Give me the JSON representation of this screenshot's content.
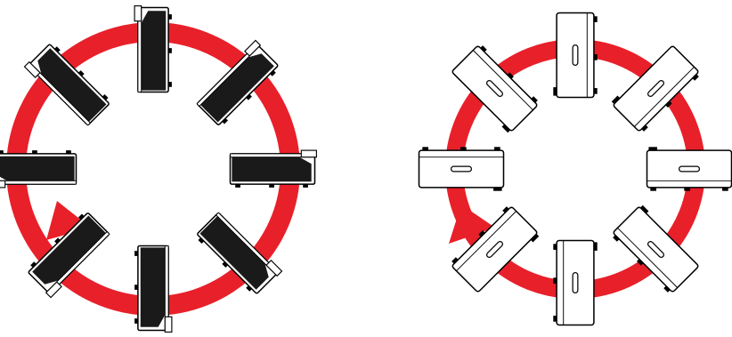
{
  "colors": {
    "ring": "#e8202a",
    "dark_body": "#1a1a1a",
    "outline": "#000000",
    "light_body": "#ffffff"
  },
  "diagrams": [
    {
      "name": "left-orientation-diagram",
      "variant": "dark-projector",
      "arrow_direction": "clockwise",
      "positions": 8
    },
    {
      "name": "right-orientation-diagram",
      "variant": "light-projector",
      "arrow_direction": "clockwise",
      "positions": 8
    }
  ]
}
